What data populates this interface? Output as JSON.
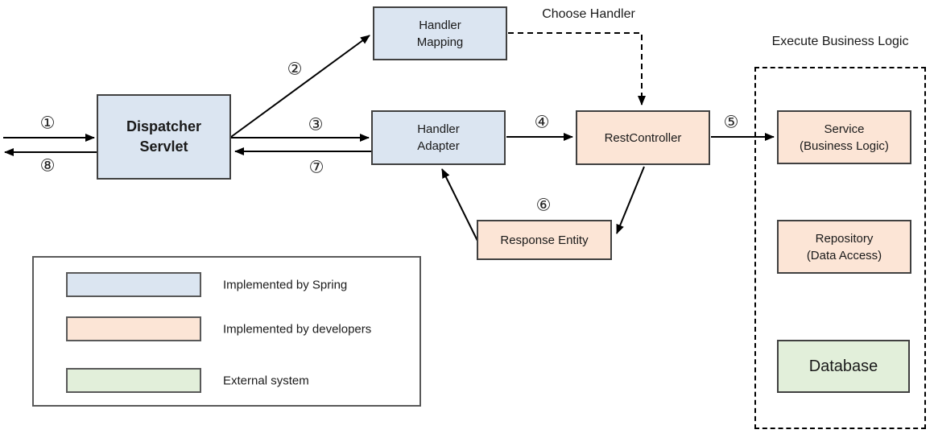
{
  "nodes": {
    "dispatcher_servlet": "Dispatcher\nServlet",
    "handler_mapping": "Handler\nMapping",
    "handler_adapter": "Handler\nAdapter",
    "rest_controller": "RestController",
    "response_entity": "Response Entity",
    "service": "Service\n(Business Logic)",
    "repository": "Repository\n(Data Access)",
    "database": "Database"
  },
  "annotations": {
    "choose_handler": "Choose Handler",
    "execute_business_logic": "Execute Business Logic"
  },
  "steps": {
    "1": "①",
    "2": "②",
    "3": "③",
    "4": "④",
    "5": "⑤",
    "6": "⑥",
    "7": "⑦",
    "8": "⑧"
  },
  "legend": {
    "items": [
      {
        "label": "Implemented by Spring",
        "color": "#dbe5f1"
      },
      {
        "label": "Implemented by developers",
        "color": "#fce5d6"
      },
      {
        "label": "External system",
        "color": "#e2efda"
      }
    ]
  },
  "colors": {
    "spring_blue": "#dbe5f1",
    "developer_orange": "#fce5d6",
    "external_green": "#e2efda",
    "node_border": "#404040",
    "arrow": "#000000"
  }
}
